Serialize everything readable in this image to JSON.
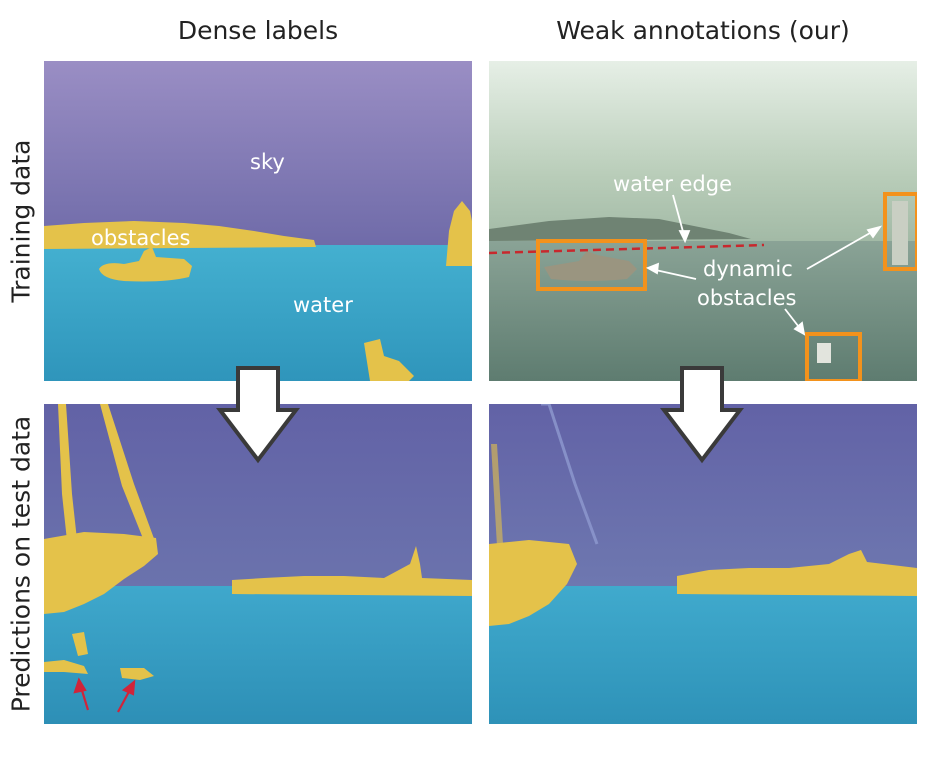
{
  "columns": [
    {
      "title": "Dense labels"
    },
    {
      "title": "Weak annotations (our)"
    }
  ],
  "rows": [
    {
      "title": "Training data"
    },
    {
      "title": "Predictions on test data"
    }
  ],
  "dense_train_labels": {
    "sky": "sky",
    "obstacles": "obstacles",
    "water": "water"
  },
  "weak_train_labels": {
    "water_edge": "water edge",
    "dynamic_line1": "dynamic",
    "dynamic_line2": "obstacles"
  },
  "colors": {
    "sky": "#6e6aa8",
    "water": "#3fa6c8",
    "obstacle": "#e4c24a",
    "box": "#f3921c",
    "edge_line": "#c8282d",
    "error_arrow": "#d0243a"
  }
}
